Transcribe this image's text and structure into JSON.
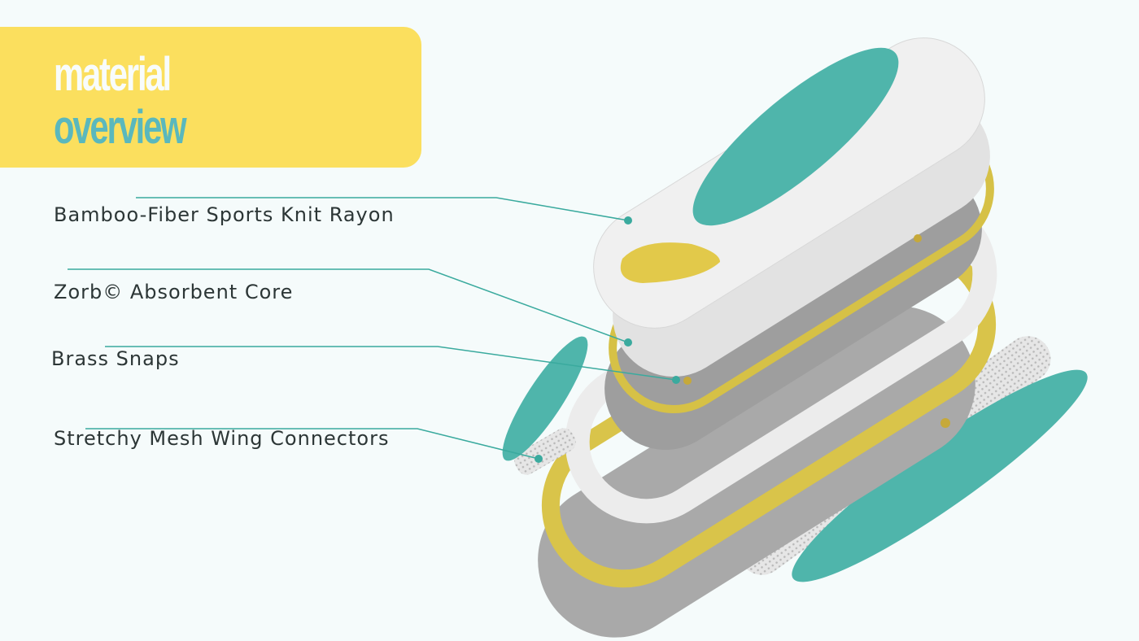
{
  "title": {
    "line1": "material",
    "line2": "overview"
  },
  "labels": [
    {
      "text": "Bamboo-Fiber Sports Knit Rayon"
    },
    {
      "text": "Zorb© Absorbent Core"
    },
    {
      "text": "Brass Snaps"
    },
    {
      "text": "Stretchy Mesh Wing Connectors"
    }
  ],
  "colors": {
    "yellow": "#fbdf5e",
    "teal": "#4fb5ab",
    "line": "#3aaa9e",
    "text": "#2c3636",
    "background": "#f5fbfb"
  }
}
